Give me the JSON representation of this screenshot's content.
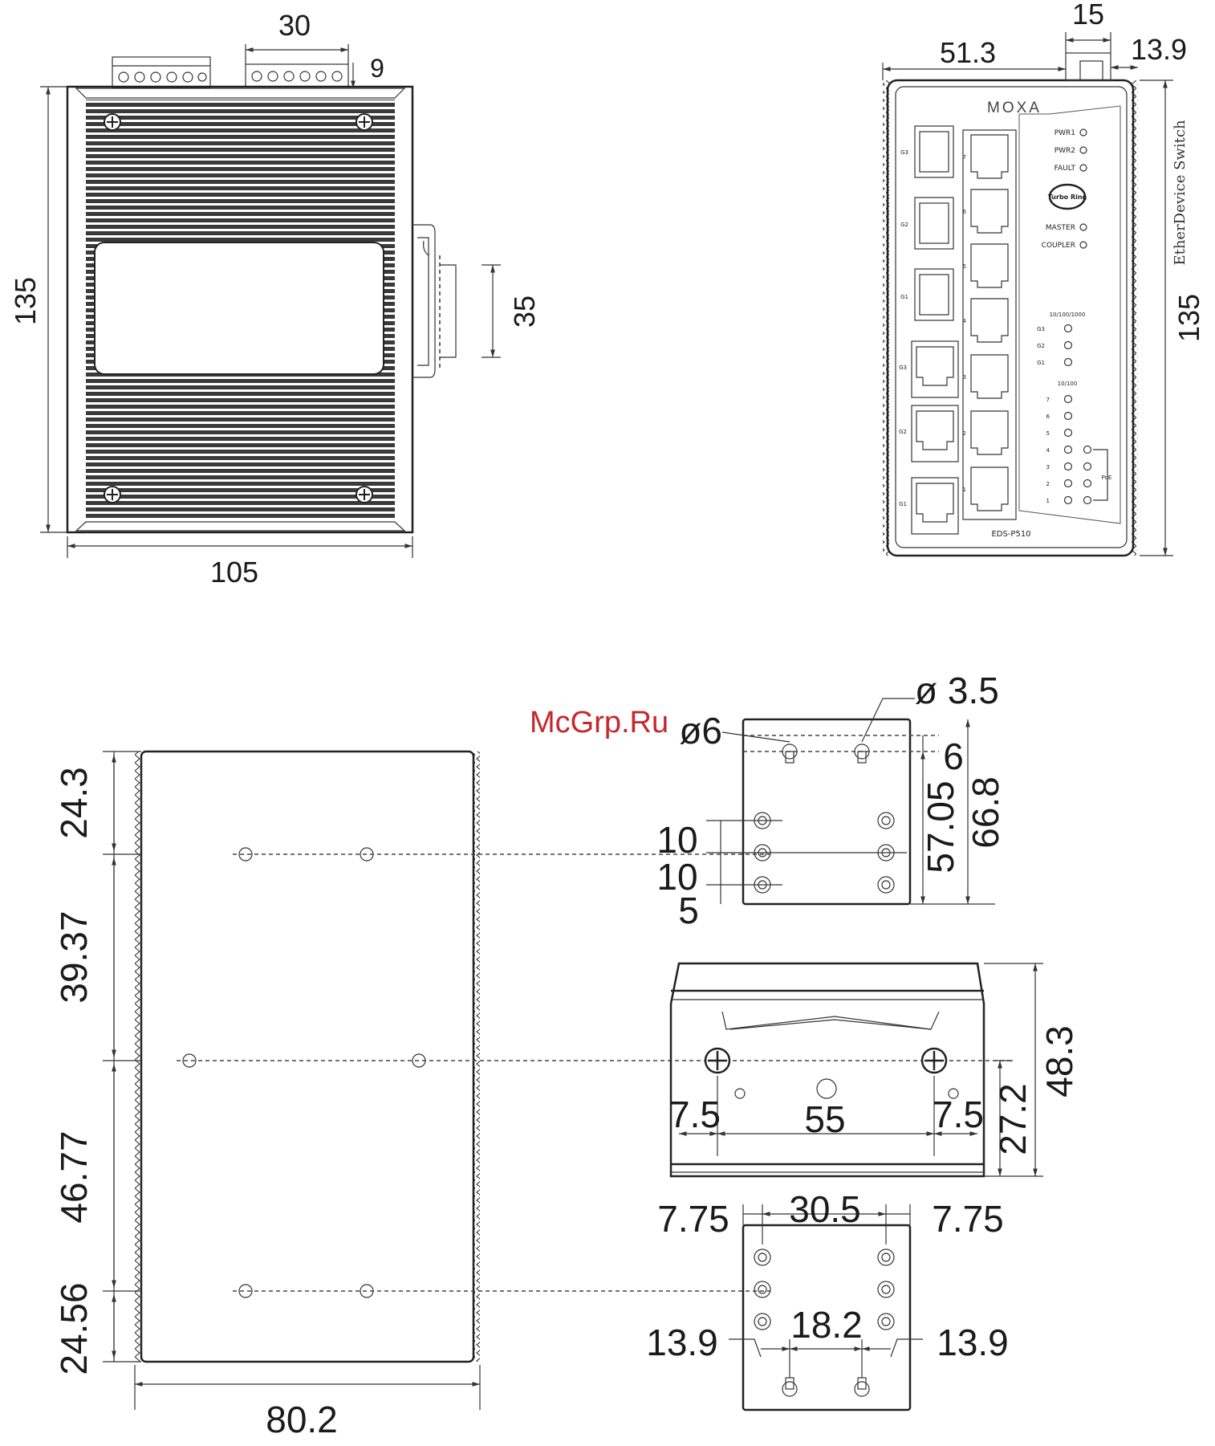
{
  "watermark": "McGrp.Ru",
  "front_view": {
    "dim_width": "105",
    "dim_height": "135",
    "dim_terminal_width": "30",
    "dim_terminal_height": "9",
    "dim_din_rail": "35"
  },
  "side_view": {
    "brand": "MOXA",
    "product_line": "EtherDevice Switch",
    "model": "EDS-P510",
    "turbo_ring_logo": "Turbo Ring",
    "dim_depth": "51.3",
    "dim_top_width": "15",
    "dim_top_offset": "13.9",
    "dim_height": "135",
    "leds": [
      "PWR1",
      "PWR2",
      "FAULT",
      "MASTER",
      "COUPLER"
    ],
    "gigabit_group_label": "10/100/1000",
    "fast_group_label": "10/100",
    "poe_label": "PoE",
    "gigabit_ports": [
      "G3",
      "G2",
      "G1"
    ],
    "gigabit_led_labels": [
      "G3",
      "G2",
      "G1"
    ],
    "fast_ports": [
      "7",
      "6",
      "5",
      "4",
      "3",
      "2",
      "1"
    ]
  },
  "rear_view": {
    "dims_left": [
      "24.3",
      "39.37",
      "46.77",
      "24.56"
    ],
    "dim_bottom": "80.2"
  },
  "wall_plate_top": {
    "dim_hole": "ø 3.5",
    "dim_head": "ø6",
    "dim_slot": "6",
    "dim_total": "66.8",
    "dim_span": "57.05",
    "dim_gap1": "10",
    "dim_gap2": "10",
    "dim_gap3": "5"
  },
  "din_clip": {
    "dim_height": "48.3",
    "dim_center": "27.2",
    "dim_left": "7.5",
    "dim_mid": "55",
    "dim_right": "7.5"
  },
  "wall_plate_bottom": {
    "dim_left_margin": "7.75",
    "dim_span": "30.5",
    "dim_right_margin": "7.75",
    "dim_hole_span": "18.2",
    "dim_left_edge": "13.9",
    "dim_right_edge": "13.9"
  }
}
